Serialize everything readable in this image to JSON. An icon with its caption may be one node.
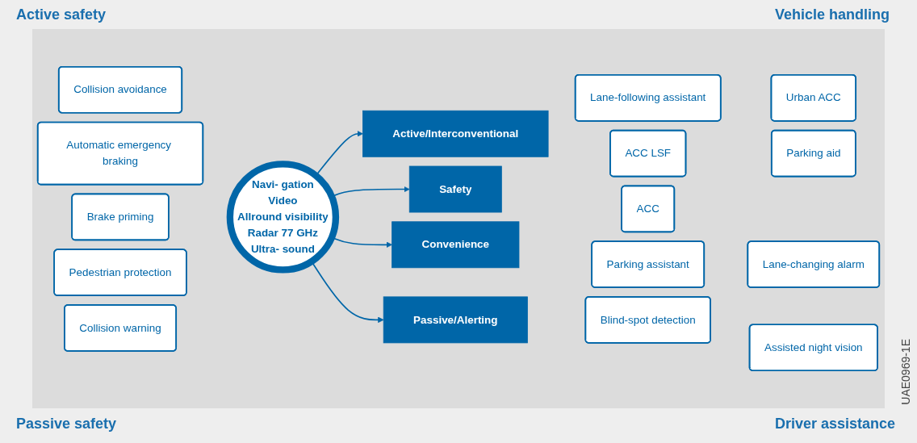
{
  "diagram": {
    "nodes": [
      {
        "text": [
          "Active/Interconventional"
        ]
      },
      {
        "text": [
          "Collision avoidance"
        ]
      },
      {
        "text": [
          "Lane-following assistant"
        ]
      },
      {
        "text": [
          "Urban ACC"
        ]
      },
      {
        "text": [
          "Automatic emergency braking"
        ]
      },
      {
        "text": [
          "ACC LSF"
        ]
      },
      {
        "text": [
          "Navi- gation",
          "Video",
          "Allround visibility",
          "Radar 77 GHz",
          "Ultra- sound"
        ]
      },
      {
        "text": [
          "ACC"
        ]
      },
      {
        "text": [
          "Brake priming"
        ]
      },
      {
        "text": [
          "Safety"
        ]
      },
      {
        "text": [
          "Convenience"
        ]
      },
      {
        "text": [
          "Parking assistant"
        ]
      },
      {
        "text": [
          "Pedestrian protection"
        ]
      },
      {
        "text": [
          "Parking aid"
        ]
      },
      {
        "text": [
          "Blind-spot detection"
        ]
      },
      {
        "text": [
          "Collision warning"
        ]
      },
      {
        "text": [
          "Lane-changing alarm"
        ]
      },
      {
        "text": [
          "Assisted night vision"
        ]
      },
      {
        "text": [
          "Passive/Alerting"
        ]
      }
    ],
    "edges": [
      {
        "from": 6,
        "to": 0,
        "arrow": "to"
      },
      {
        "from": 6,
        "to": 9,
        "arrow": "to"
      },
      {
        "from": 6,
        "to": 10,
        "arrow": "to"
      },
      {
        "from": 6,
        "to": 18,
        "arrow": "to"
      }
    ],
    "labels": [
      "Active safety",
      "Vehicle handling",
      "Passive safety",
      "Driver assistance",
      "UAE0969-1E"
    ]
  }
}
